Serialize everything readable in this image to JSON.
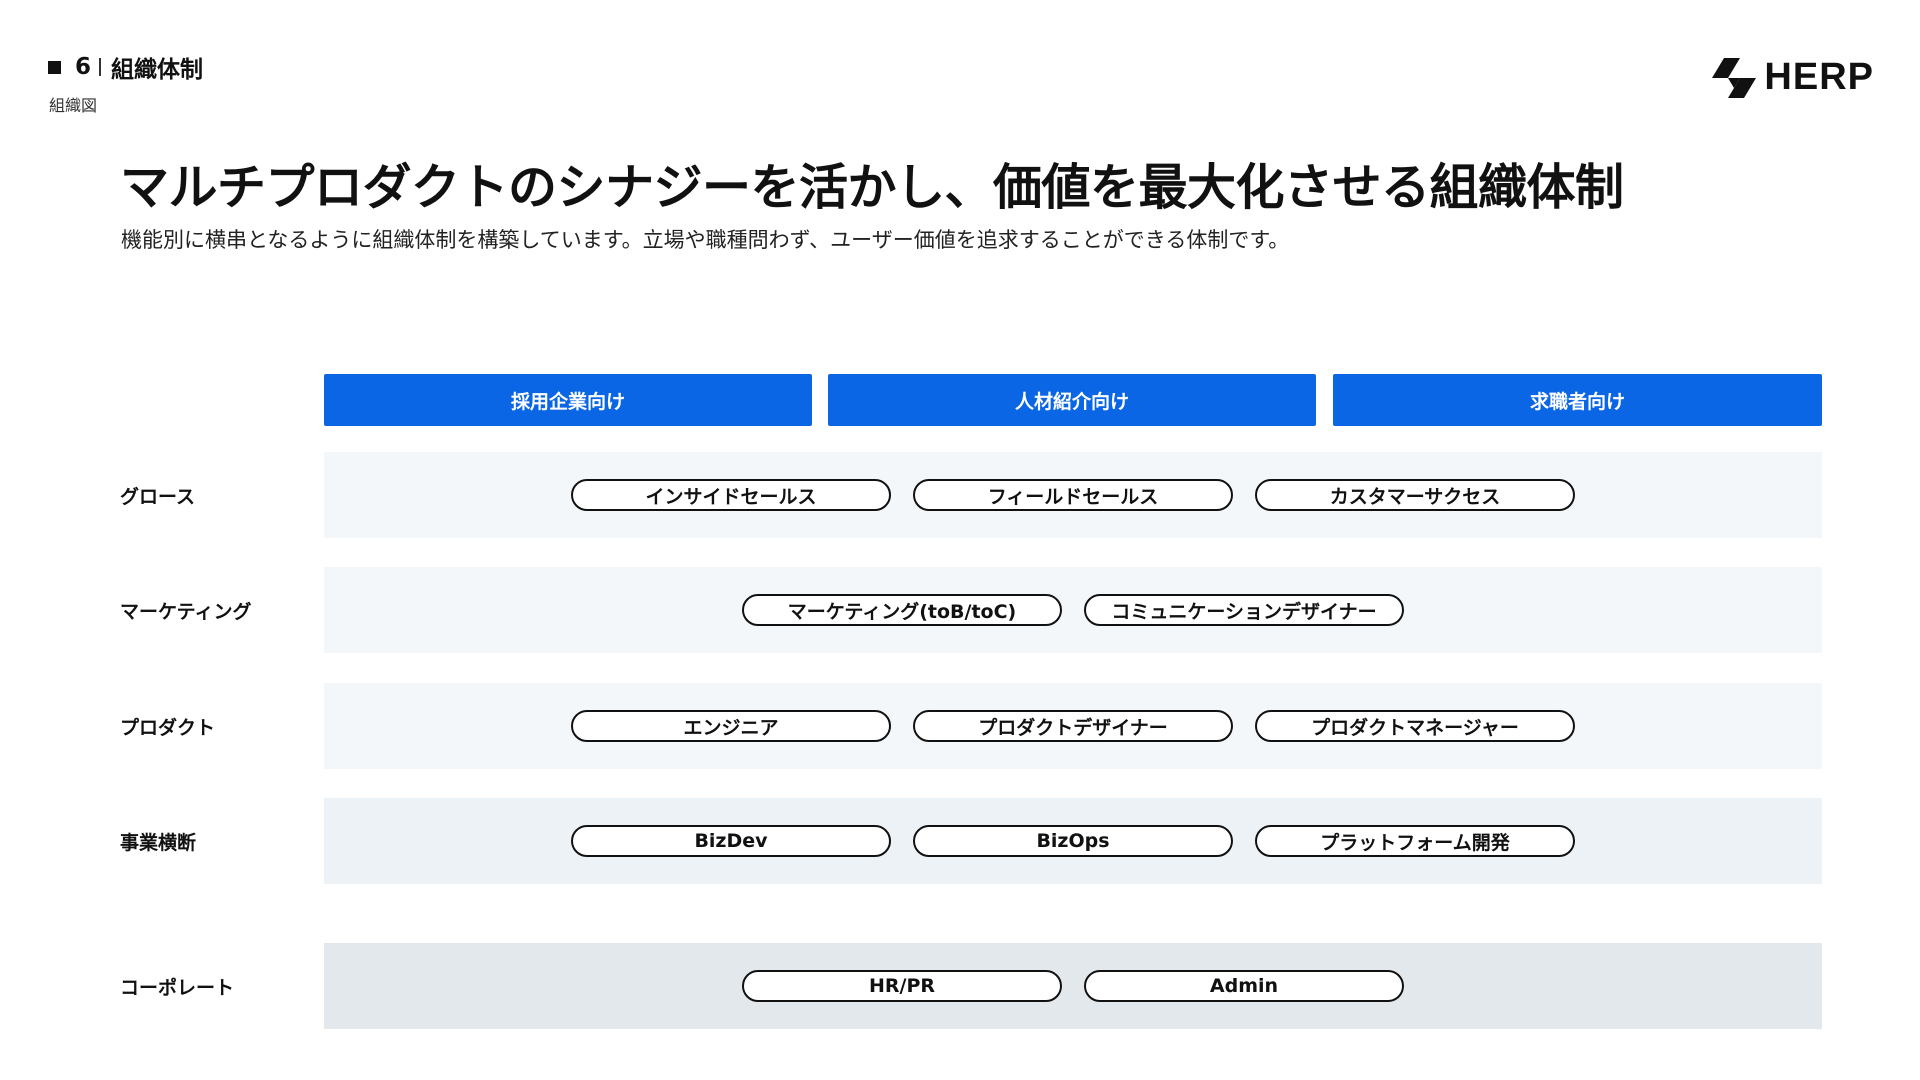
{
  "section": {
    "number": "6",
    "title": "組織体制",
    "subtitle": "組織図"
  },
  "logo": {
    "text": "HERP",
    "icon": "herp-logo-icon"
  },
  "main": {
    "title": "マルチプロダクトのシナジーを活かし、価値を最大化させる組織体制",
    "lead": "機能別に横串となるように組織体制を構築しています。立場や職種問わず、ユーザー価値を追求することができる体制です。"
  },
  "columns": [
    {
      "label": "採用企業向け"
    },
    {
      "label": "人材紹介向け"
    },
    {
      "label": "求職者向け"
    }
  ],
  "rows": [
    {
      "label": "グロース",
      "roles": [
        "インサイドセールス",
        "フィールドセールス",
        "カスタマーサクセス"
      ]
    },
    {
      "label": "マーケティング",
      "roles": [
        "マーケティング(toB/toC)",
        "コミュニケーションデザイナー"
      ]
    },
    {
      "label": "プロダクト",
      "roles": [
        "エンジニア",
        "プロダクトデザイナー",
        "プロダクトマネージャー"
      ]
    },
    {
      "label": "事業横断",
      "roles": [
        "BizDev",
        "BizOps",
        "プラットフォーム開発"
      ]
    },
    {
      "label": "コーポレート",
      "roles": [
        "HR/PR",
        "Admin"
      ]
    }
  ],
  "colors": {
    "accent": "#0a66e4",
    "band_light": "#f3f7fa",
    "band_mid": "#ecf2f6",
    "band_dark": "#e2e8eb"
  }
}
